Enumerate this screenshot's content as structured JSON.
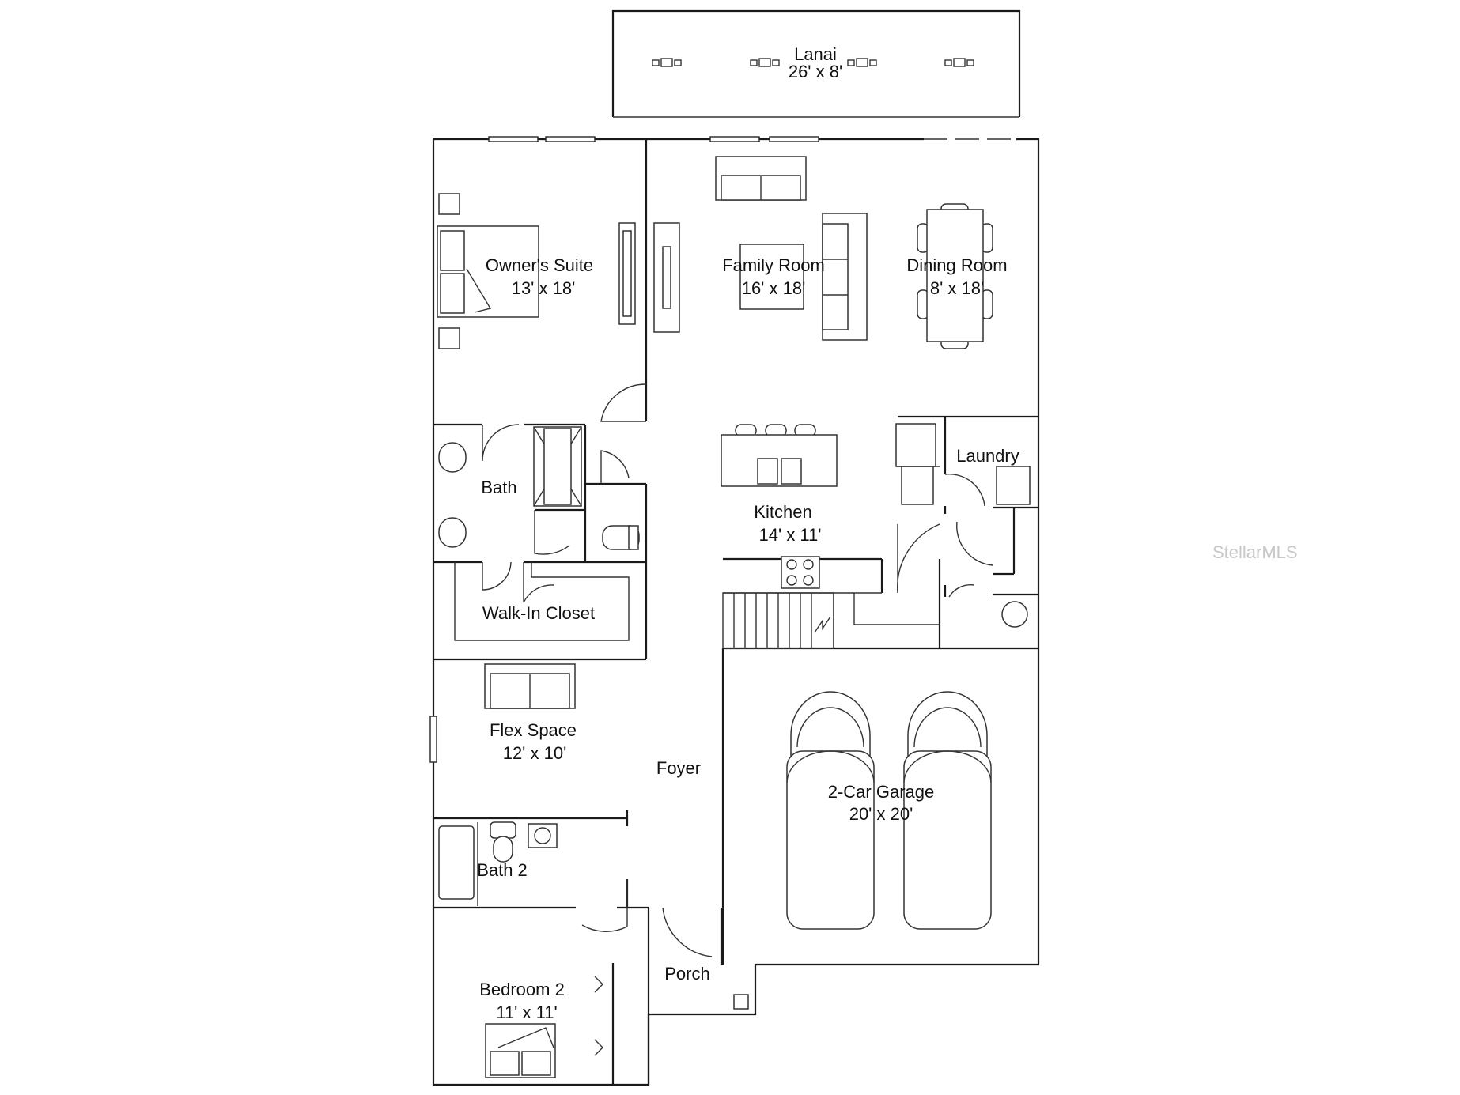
{
  "rooms": {
    "lanai": {
      "name": "Lanai",
      "size": "26' x 8'"
    },
    "owners_suite": {
      "name": "Owner's Suite",
      "size": "13' x 18'"
    },
    "family_room": {
      "name": "Family Room",
      "size": "16' x 18'"
    },
    "dining_room": {
      "name": "Dining Room",
      "size": "8' x 18'"
    },
    "bath": {
      "name": "Bath"
    },
    "laundry": {
      "name": "Laundry"
    },
    "kitchen": {
      "name": "Kitchen",
      "size": "14' x 11'"
    },
    "walk_in_closet": {
      "name": "Walk-In Closet"
    },
    "flex_space": {
      "name": "Flex Space",
      "size": "12' x 10'"
    },
    "foyer": {
      "name": "Foyer"
    },
    "garage": {
      "name": "2-Car Garage",
      "size": "20' x 20'"
    },
    "bath2": {
      "name": "Bath 2"
    },
    "porch": {
      "name": "Porch"
    },
    "bedroom2": {
      "name": "Bedroom 2",
      "size": "11' x 11'"
    }
  },
  "watermark": "StellarMLS"
}
